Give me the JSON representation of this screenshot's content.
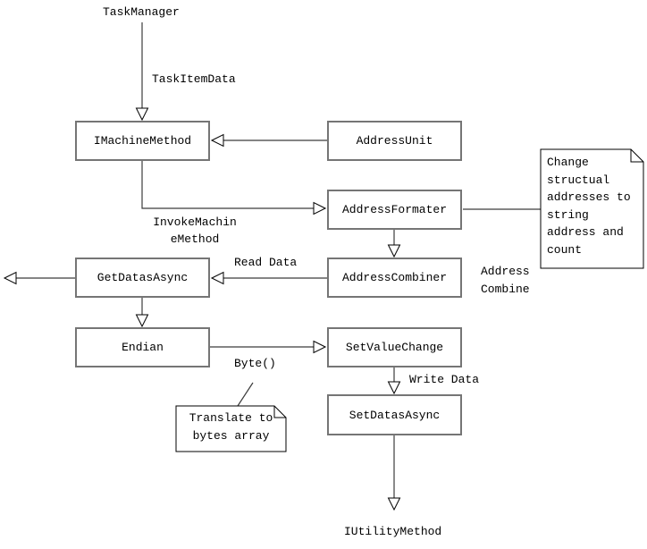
{
  "diagram": {
    "nodes": {
      "task_manager": {
        "label": "TaskManager"
      },
      "imachine_method": {
        "label": "IMachineMethod"
      },
      "address_unit": {
        "label": "AddressUnit"
      },
      "address_formater": {
        "label": "AddressFormater"
      },
      "address_combiner": {
        "label": "AddressCombiner"
      },
      "get_datas_async": {
        "label": "GetDatasAsync"
      },
      "endian": {
        "label": "Endian"
      },
      "set_value_change": {
        "label": "SetValueChange"
      },
      "set_datas_async": {
        "label": "SetDatasAsync"
      },
      "iutility_method": {
        "label": "IUtilityMethod"
      }
    },
    "notes": {
      "change_structual": {
        "lines": [
          "Change",
          "structual",
          "addresses to",
          "string",
          "address and",
          "count"
        ]
      },
      "translate_bytes": {
        "lines": [
          "Translate to",
          "bytes array"
        ]
      }
    },
    "edge_labels": {
      "task_item_data": "TaskItemData",
      "invoke_machine_method": {
        "lines": [
          "InvokeMachin",
          "eMethod"
        ]
      },
      "read_data": "Read Data",
      "address_combine": {
        "lines": [
          "Address",
          "Combine"
        ]
      },
      "byte_call": "Byte()",
      "write_data": "Write Data"
    },
    "colors": {
      "background": "#ffffff",
      "box_border": "#757575",
      "connector": "#3c3c3c",
      "text": "#000000"
    }
  }
}
